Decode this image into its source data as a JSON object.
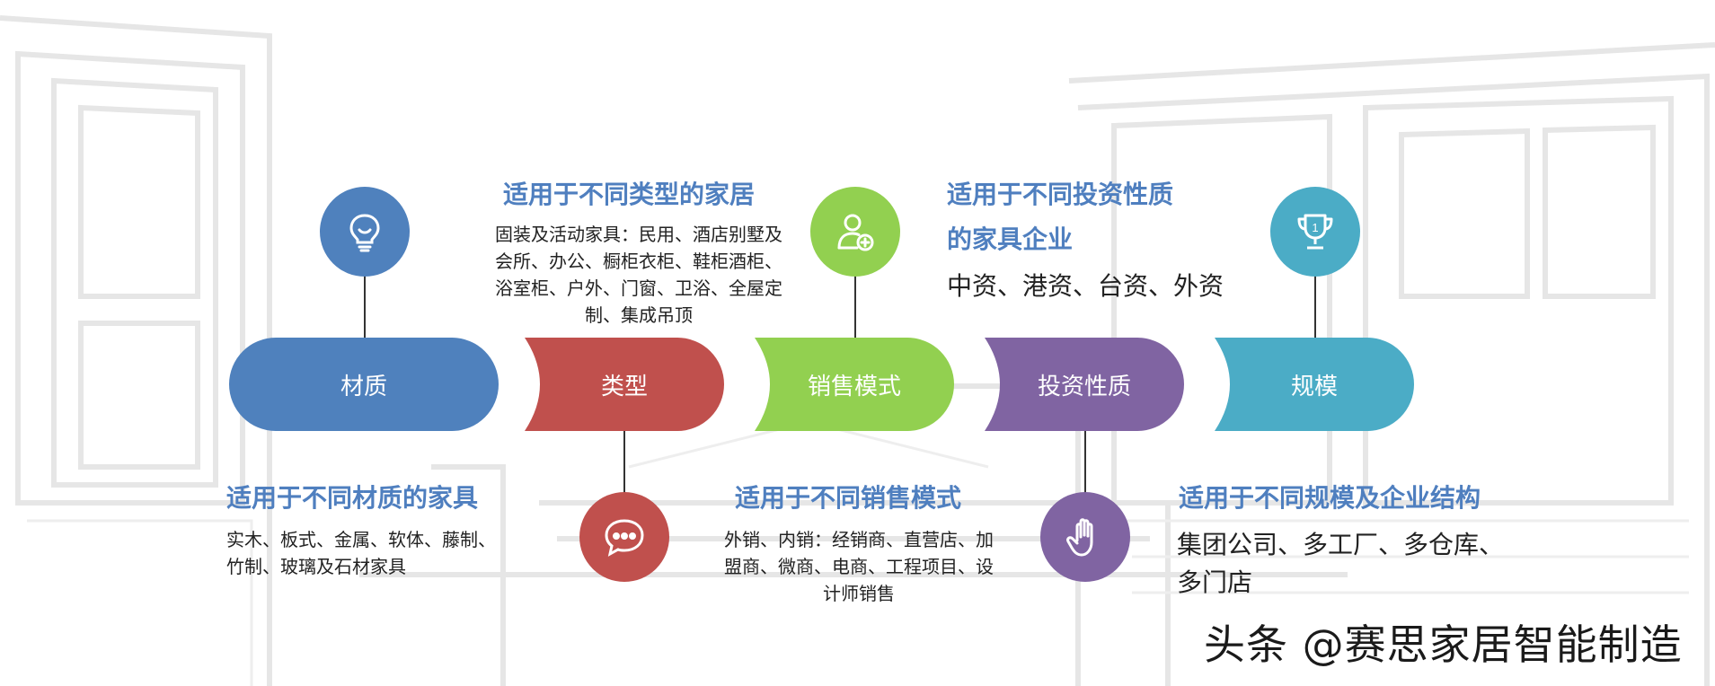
{
  "stages": [
    {
      "label": "材质",
      "color": "#4f81bd",
      "icon": "lightbulb-icon"
    },
    {
      "label": "类型",
      "color": "#c0504d",
      "icon": "chat-bubble-icon"
    },
    {
      "label": "销售模式",
      "color": "#92d050",
      "icon": "add-user-icon"
    },
    {
      "label": "投资性质",
      "color": "#8064a2",
      "icon": "hand-icon"
    },
    {
      "label": "规模",
      "color": "#4bacc6",
      "icon": "trophy-icon"
    }
  ],
  "descriptions": {
    "material": {
      "heading": "适用于不同材质的家具",
      "text": "实木、板式、金属、软体、藤制、竹制、玻璃及石材家具"
    },
    "type": {
      "heading": "适用于不同类型的家居",
      "text": "固装及活动家具：民用、酒店别墅及会所、办公、橱柜衣柜、鞋柜酒柜、浴室柜、户外、门窗、卫浴、全屋定制、集成吊顶"
    },
    "sales": {
      "heading": "适用于不同销售模式",
      "text": "外销、内销：经销商、直营店、加盟商、微商、电商、工程项目、设计师销售"
    },
    "investment": {
      "heading_line1": "适用于不同投资性质",
      "heading_line2": "的家具企业",
      "text": "中资、港资、台资、外资"
    },
    "scale": {
      "heading": "适用于不同规模及企业结构",
      "text": "集团公司、多工厂、多仓库、多门店"
    }
  },
  "trophy_number": "1",
  "watermark": "头条 @赛思家居智能制造"
}
